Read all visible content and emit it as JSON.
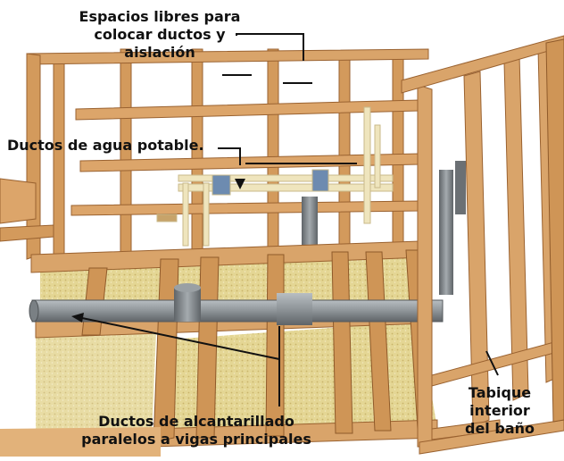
{
  "labels": {
    "free_spaces": {
      "line1": "Espacios libres para",
      "line2": "colocar ductos y",
      "line3": "aislación"
    },
    "water_pipes": "Ductos de agua potable.",
    "sewer_pipes": {
      "line1": "Ductos de alcantarillado",
      "line2": "paralelos a vigas principales"
    },
    "partition": {
      "line1": "Tabique",
      "line2": "interior",
      "line3": "del baño"
    }
  },
  "colors": {
    "wood": "#d9a46a",
    "wood_shadow": "#a86c38",
    "insulation": "#e3d592",
    "pipe_gray": "#8f9599",
    "water_pipe": "#ece1b8",
    "annotation": "#111111"
  }
}
